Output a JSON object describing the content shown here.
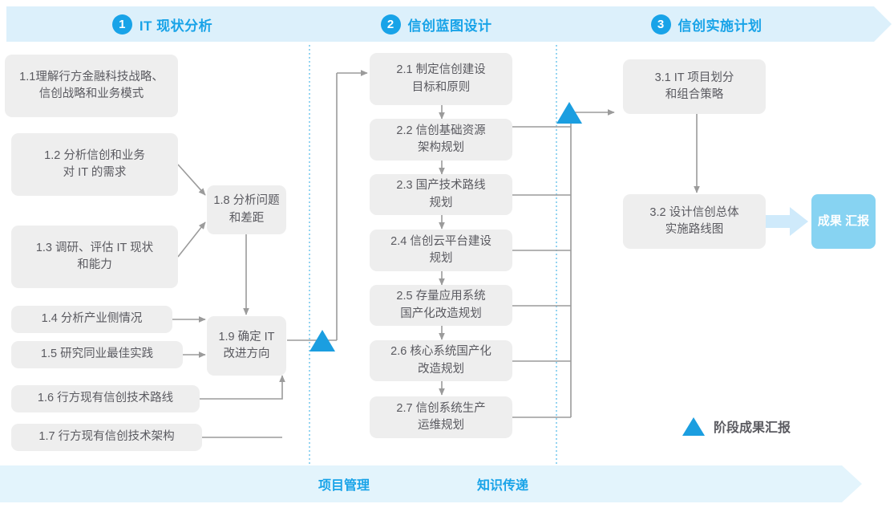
{
  "phases": [
    {
      "number": "1",
      "title": "IT 现状分析"
    },
    {
      "number": "2",
      "title": "信创蓝图设计"
    },
    {
      "number": "3",
      "title": "信创实施计划"
    }
  ],
  "nodes": {
    "n11": "1.1理解行方金融科技战略、信创战略和业务模式",
    "n11_l1": "1.1理解行方金融科技战略、",
    "n11_l2": "信创战略和业务模式",
    "n12_l1": "1.2 分析信创和业务",
    "n12_l2": "对 IT 的需求",
    "n13_l1": "1.3 调研、评估 IT 现状",
    "n13_l2": "和能力",
    "n14": "1.4 分析产业侧情况",
    "n15": "1.5 研究同业最佳实践",
    "n16": "1.6 行方现有信创技术路线",
    "n17": "1.7 行方现有信创技术架构",
    "n18_l1": "1.8 分析问题",
    "n18_l2": "和差距",
    "n19_l1": "1.9 确定 IT",
    "n19_l2": "改进方向",
    "n21_l1": "2.1 制定信创建设",
    "n21_l2": "目标和原则",
    "n22_l1": "2.2 信创基础资源",
    "n22_l2": "架构规划",
    "n23_l1": "2.3 国产技术路线",
    "n23_l2": "规划",
    "n24_l1": "2.4 信创云平台建设",
    "n24_l2": "规划",
    "n25_l1": "2.5 存量应用系统",
    "n25_l2": "国产化改造规划",
    "n26_l1": "2.6 核心系统国产化",
    "n26_l2": "改造规划",
    "n27_l1": "2.7 信创系统生产",
    "n27_l2": "运维规划",
    "n31_l1": "3.1 IT 项目划分",
    "n31_l2": "和组合策略",
    "n32_l1": "3.2 设计信创总体",
    "n32_l2": "实施路线图"
  },
  "result_badge": {
    "line1": "成果",
    "line2": "汇报"
  },
  "legend": {
    "icon": "triangle-up-icon",
    "text": "阶段成果汇报"
  },
  "bottom_band": {
    "items": [
      "项目管理",
      "知识传递"
    ]
  },
  "colors": {
    "accent": "#18a3e8",
    "band": "#dcf0fb",
    "bottom_band": "#e3f4fc",
    "node_bg": "#eeeeee",
    "node_text": "#5a5a60",
    "badge_bg": "#87d3f2",
    "arrow_light": "#cfeafb",
    "connector": "#9b9b9b",
    "divider": "#4db8e8"
  }
}
